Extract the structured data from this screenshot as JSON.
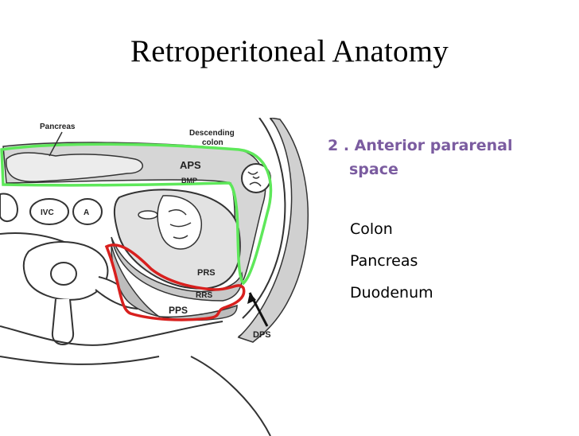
{
  "slide": {
    "title": "Retroperitoneal Anatomy",
    "heading_line1": "2 . Anterior pararenal",
    "heading_line2": "space",
    "items": [
      "Colon",
      "Pancreas",
      "Duodenum"
    ]
  },
  "diagram": {
    "labels": {
      "pancreas": "Pancreas",
      "descending": "Descending",
      "colon": "colon",
      "aps": "APS",
      "bmp": "BMP",
      "ivc": "IVC",
      "a": "A",
      "prs": "PRS",
      "rrs": "RRS",
      "pps": "PPS",
      "dps": "DPS"
    },
    "colors": {
      "green_outline": "#5ee85a",
      "red_outline": "#d8201e",
      "title_accent": "#7b5ca0"
    }
  }
}
